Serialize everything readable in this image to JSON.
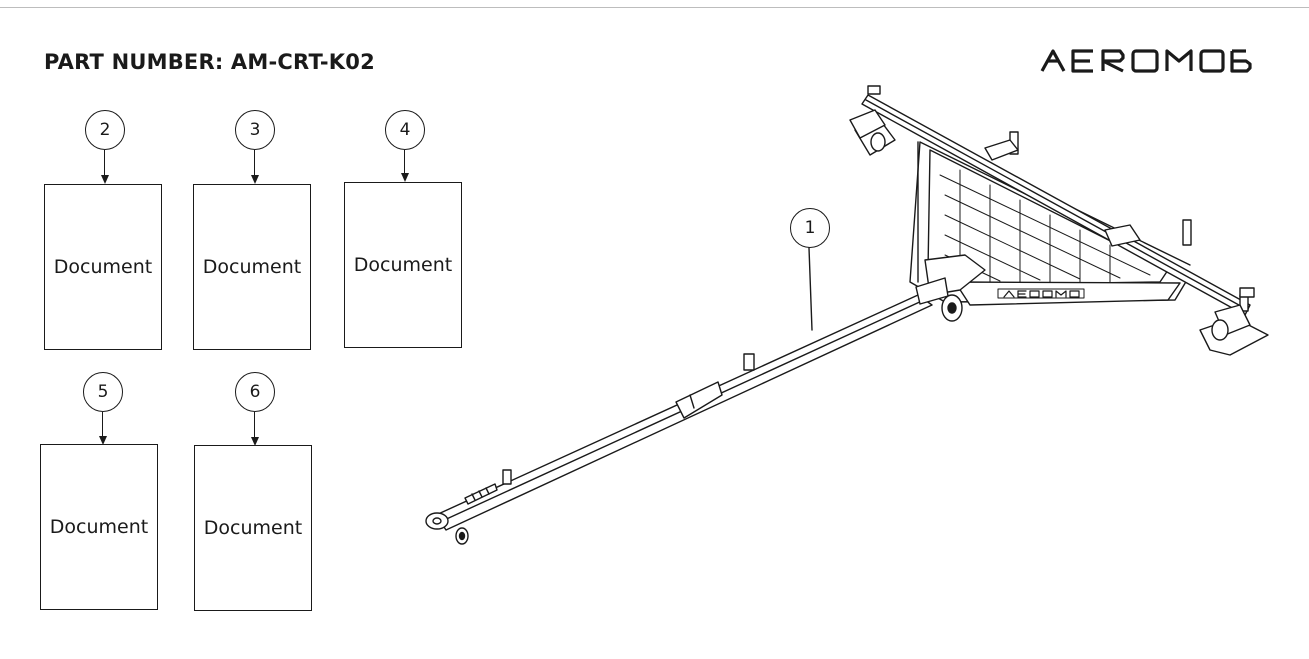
{
  "header": {
    "part_number": "PART NUMBER: AM-CRT-K02",
    "logo_text": "AEROMOB"
  },
  "documents": [
    {
      "callout": "2",
      "label": "Document"
    },
    {
      "callout": "3",
      "label": "Document"
    },
    {
      "callout": "4",
      "label": "Document"
    },
    {
      "callout": "5",
      "label": "Document"
    },
    {
      "callout": "6",
      "label": "Document"
    }
  ],
  "assembly": {
    "callout": "1",
    "frame_logo_text": "AEROMOB"
  },
  "colors": {
    "ink": "#1a1a1a",
    "background": "#ffffff"
  }
}
